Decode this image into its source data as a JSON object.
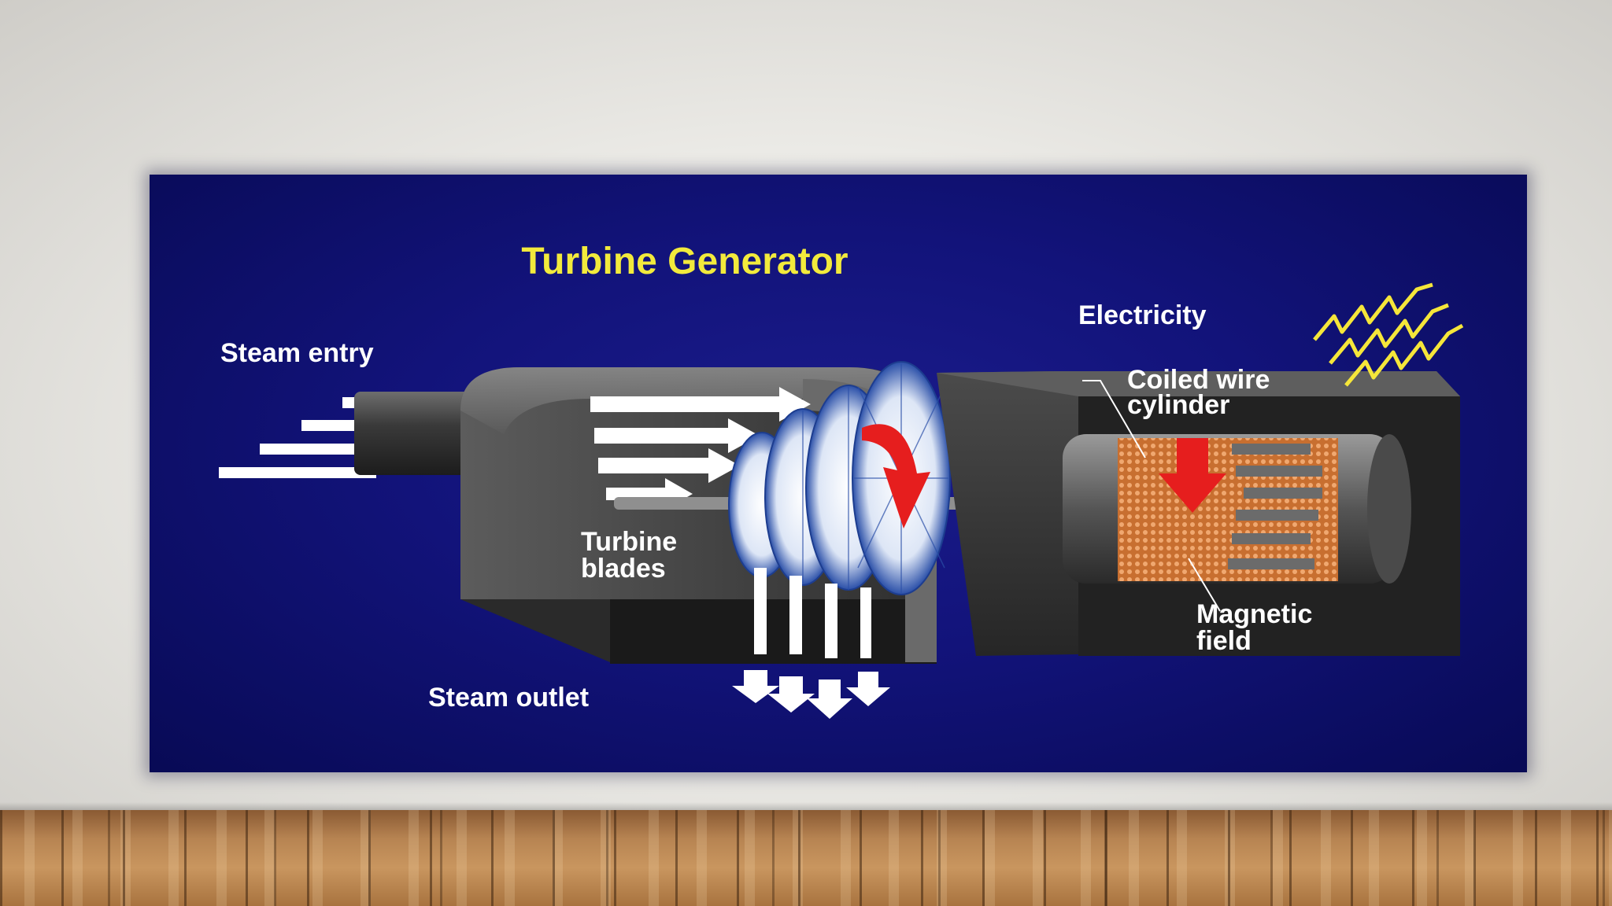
{
  "diagram": {
    "title": "Turbine Generator",
    "labels": {
      "steam_entry": "Steam entry",
      "electricity": "Electricity",
      "coiled_wire_line1": "Coiled wire",
      "coiled_wire_line2": "cylinder",
      "turbine_blades_line1": "Turbine",
      "turbine_blades_line2": "blades",
      "steam_outlet": "Steam outlet",
      "magnetic_field_line1": "Magnetic",
      "magnetic_field_line2": "field"
    },
    "colors": {
      "title": "#f2ea3c",
      "labels": "#ffffff",
      "poster_bg": "#12137a",
      "housing": "#4a4a4a",
      "arrow_red": "#e61e1e",
      "coil": "#d9833f",
      "electricity": "#f5e63a"
    }
  }
}
